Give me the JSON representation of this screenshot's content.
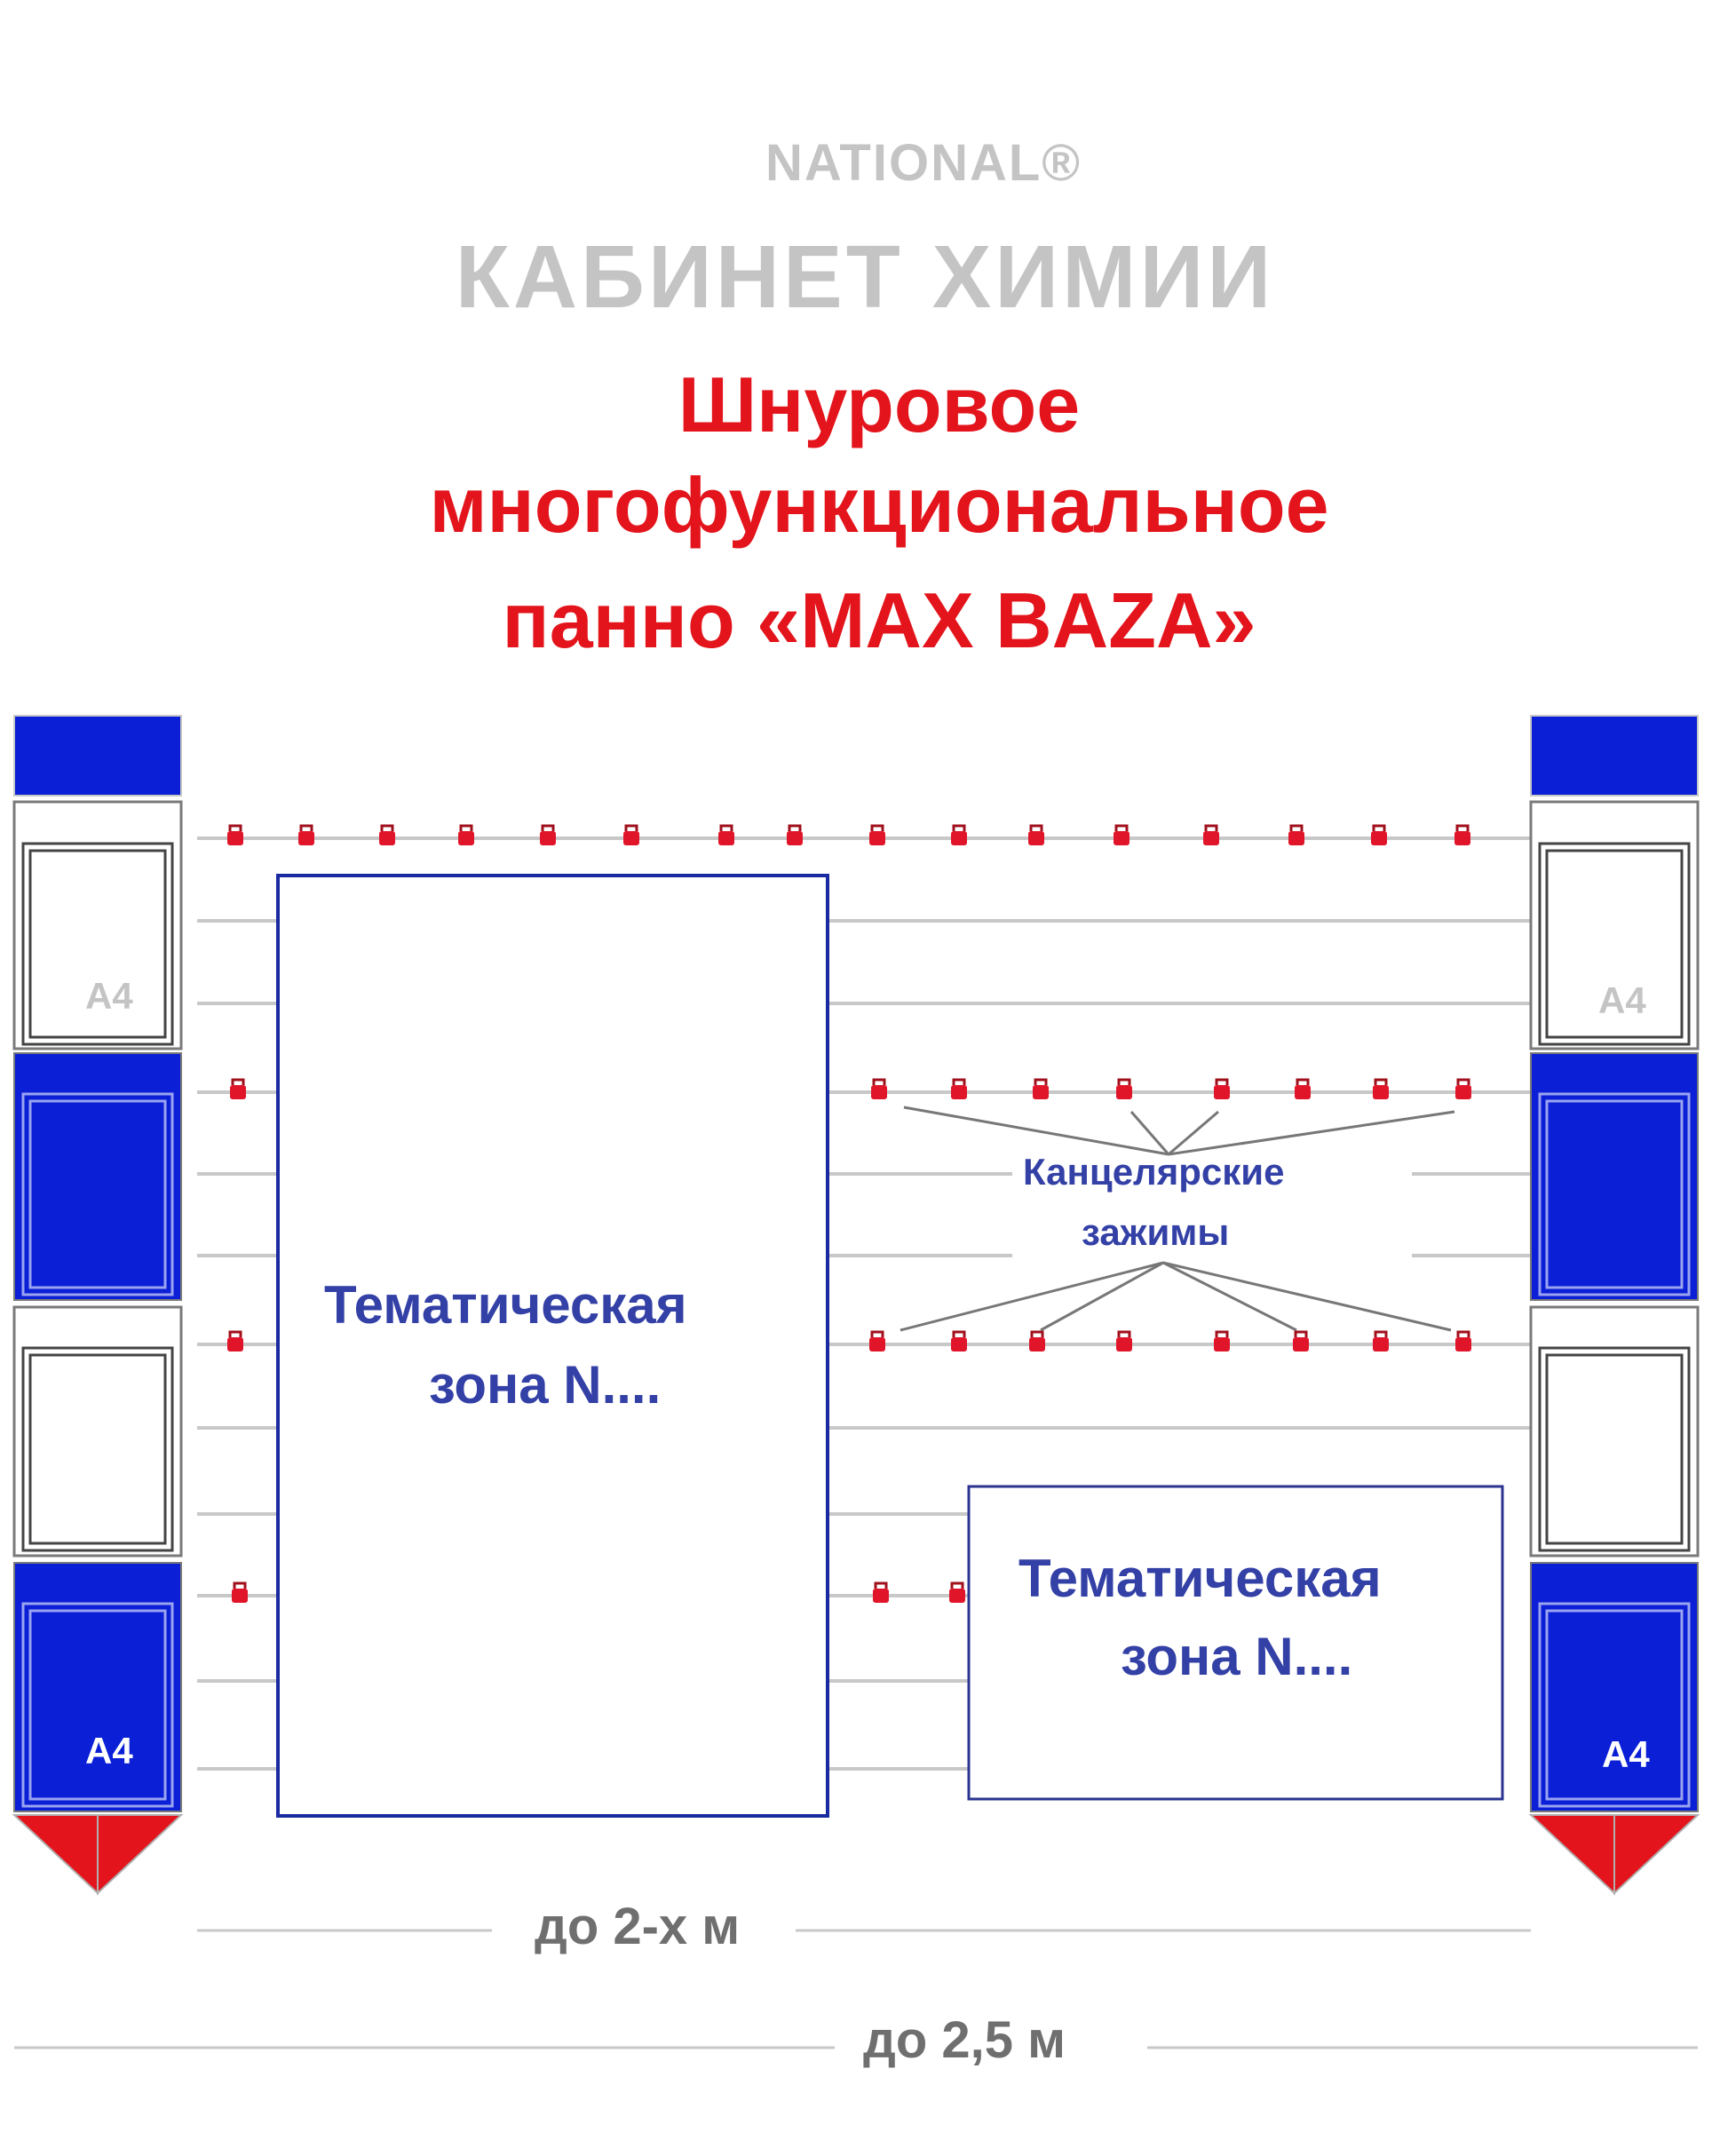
{
  "header": {
    "brand": "NATIONAL®",
    "subject": "КАБИНЕТ ХИМИИ",
    "title_lines": [
      "Шнуровое",
      "многофункциональное",
      "панно «MAX BAZA»"
    ]
  },
  "zones": {
    "large_line1": "Тематическая",
    "large_line2": "зона N....",
    "small_line1": "Тематическая",
    "small_line2": "зона N...."
  },
  "callout": {
    "line1": "Канцелярские",
    "line2": "зажимы"
  },
  "pockets": {
    "label": "A4"
  },
  "dimensions": {
    "inner": "до 2-х м",
    "outer": "до 2,5 м"
  },
  "colors": {
    "title_red": "#e3141b",
    "zone_blue": "#3340a6",
    "pocket_blue": "#0a1fd6",
    "clip_red": "#e0152a",
    "cord_gray": "#c8c8c8",
    "header_gray": "#c4c4c4"
  }
}
